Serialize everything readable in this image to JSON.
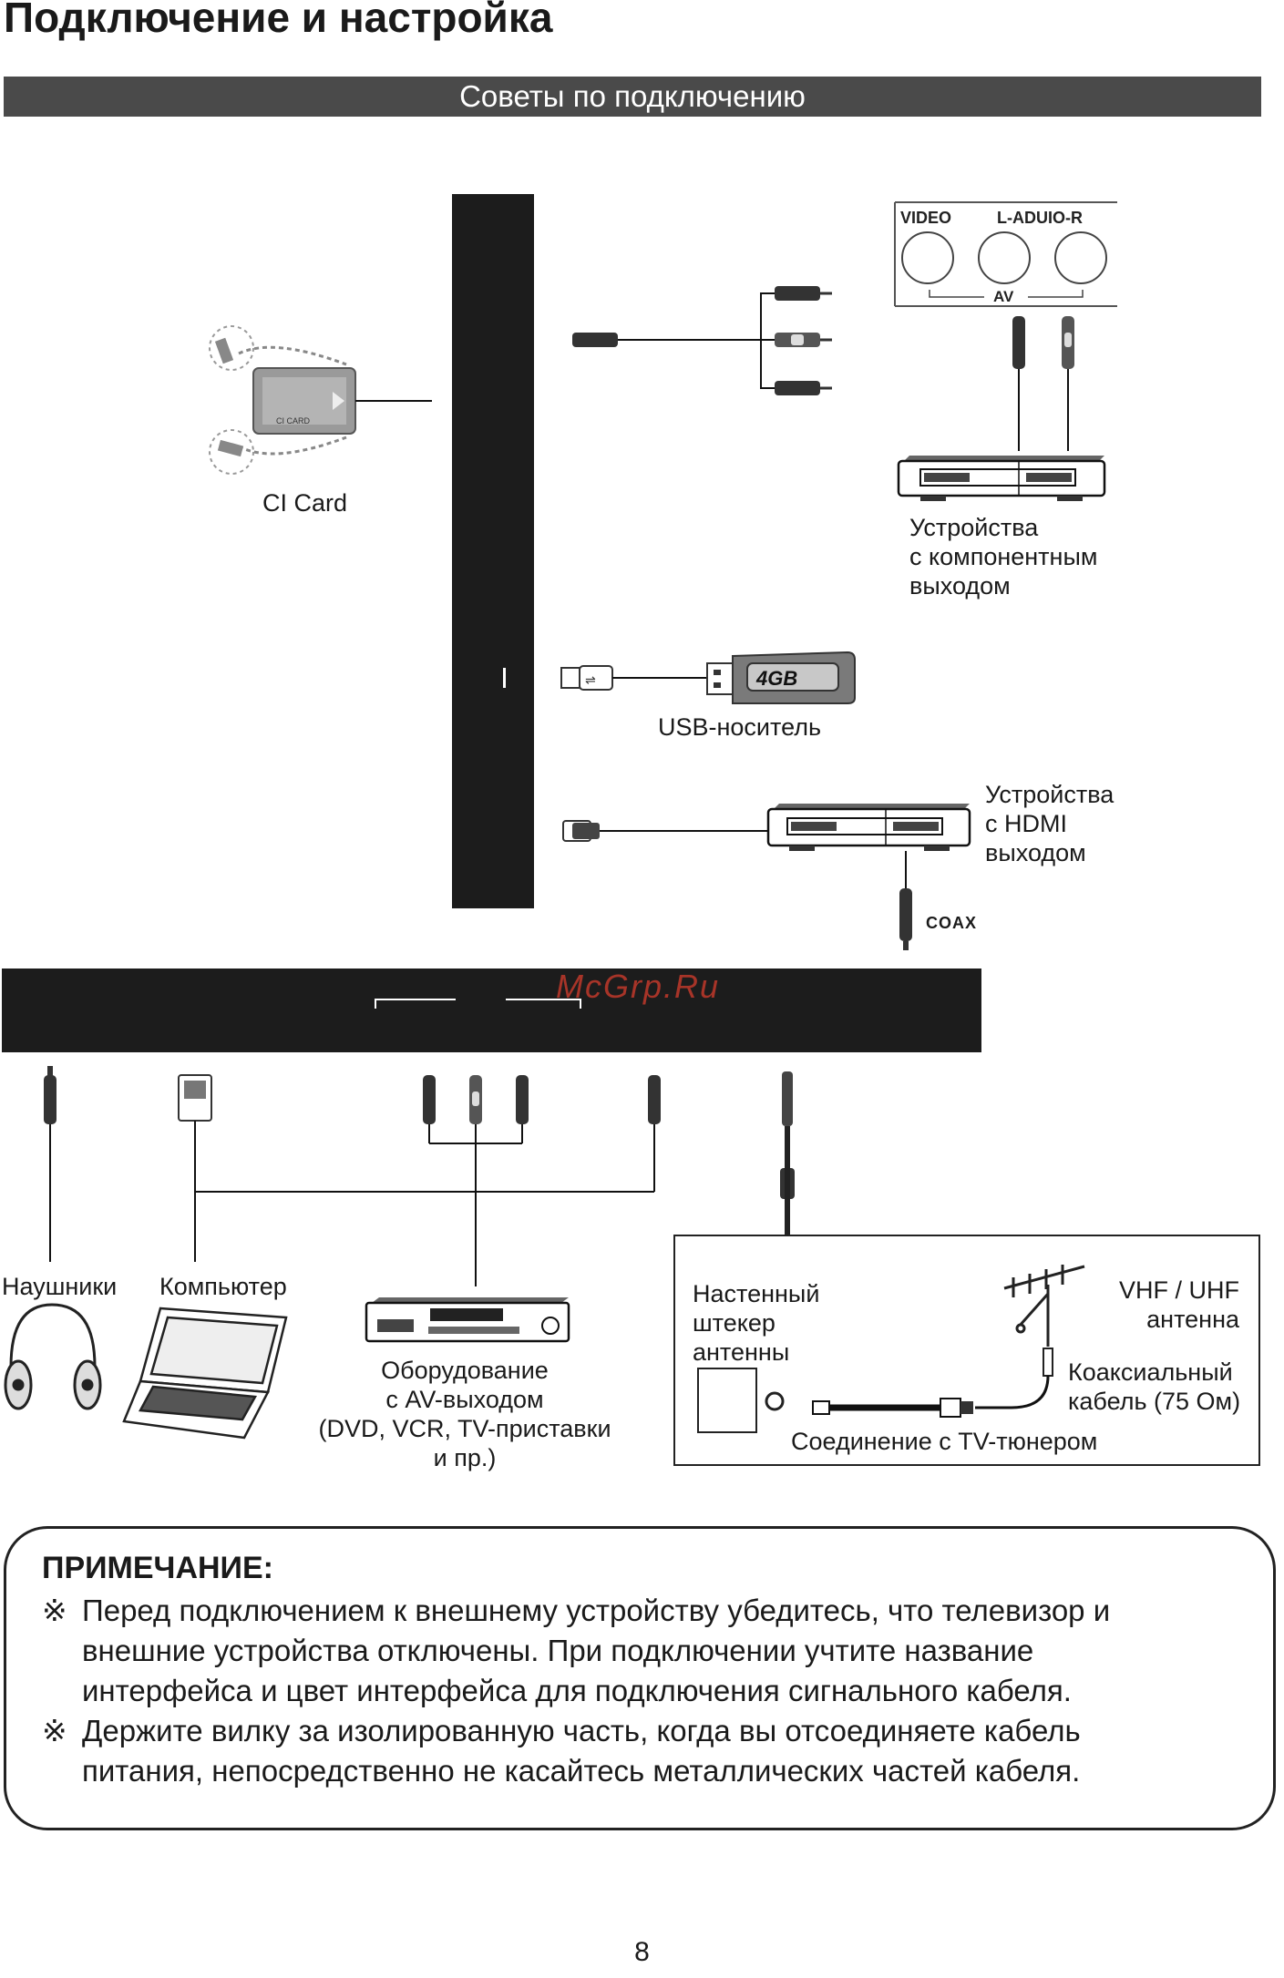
{
  "page": {
    "title": "Подключение и настройка",
    "section": "Советы по подключению",
    "page_number": "8",
    "watermark": "McGrp.Ru"
  },
  "diagram": {
    "ci_card": {
      "label": "CI Card",
      "card_text": "CI CARD"
    },
    "component": {
      "panel_video": "VIDEO",
      "panel_audio": "L-ADUIO-R",
      "panel_av": "AV",
      "label": "Устройства\nс компонентным\nвыходом"
    },
    "usb": {
      "label": "USB-носитель",
      "drive_text": "4GB"
    },
    "hdmi": {
      "label": "Устройства\nс HDMI\nвыходом",
      "coax": "COAX"
    },
    "bottom": {
      "headphones": "Наушники",
      "computer": "Компьютер",
      "av_equipment": "Оборудование\nс AV-выходом\n(DVD, VCR, TV-приставки\nи пр.)"
    },
    "antenna": {
      "wall_plug": "Настенный\nштекер\nантенны",
      "antenna": "VHF / UHF\nантенна",
      "cable": "Коаксиальный\nкабель (75 Ом)",
      "tuner": "Соединение с TV-тюнером"
    }
  },
  "note": {
    "title": "ПРИМЕЧАНИЕ:",
    "symbol": "※",
    "items": [
      {
        "line1": "Перед подключением к внешнему устройству убедитесь, что телевизор и",
        "line2": "внешние устройства отключены. При подключении учтите название",
        "line3": "интерфейса и цвет интерфейса для подключения сигнального кабеля."
      },
      {
        "line1": "Держите вилку за изолированную часть, когда вы отсоединяете кабель",
        "line2": "питания, непосредственно не касайтесь металлических частей кабеля."
      }
    ]
  },
  "colors": {
    "bar": "#4a4a4a",
    "tv": "#1c1c1c",
    "watermark": "#c0392b"
  }
}
